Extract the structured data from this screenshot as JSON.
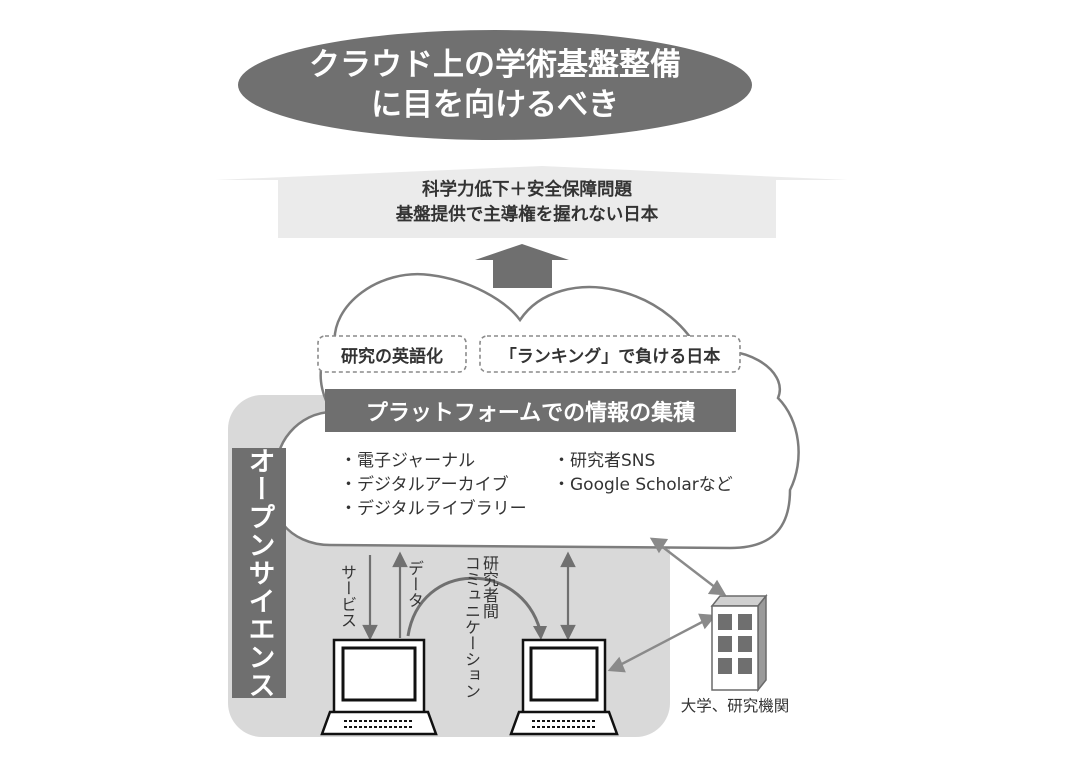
{
  "title_lines": [
    "クラウド上の学術基盤整備",
    "に目を向けるべき"
  ],
  "arrow_lines": [
    "科学力低下＋安全保障問題",
    "基盤提供で主導権を握れない日本"
  ],
  "tag_left": "研究の英語化",
  "tag_right": "「ランキング」で負ける日本",
  "platform_banner": "プラットフォームでの情報の集積",
  "bullets_left": [
    "・電子ジャーナル",
    "・デジタルアーカイブ",
    "・デジタルライブラリー"
  ],
  "bullets_right": [
    "・研究者SNS",
    "・Google Scholarなど"
  ],
  "open_science": "オープンサイエンス",
  "label_service": "サービス",
  "label_data": "データ",
  "label_researcher_communication": [
    "研究者間",
    "コミュニケーション"
  ],
  "label_university": "大学、研究機関",
  "colors": {
    "dark_gray": "#6f6f6f",
    "light_gray": "#d9d9d9",
    "arrow_band": "#ededed",
    "line": "#7a7a7a"
  }
}
